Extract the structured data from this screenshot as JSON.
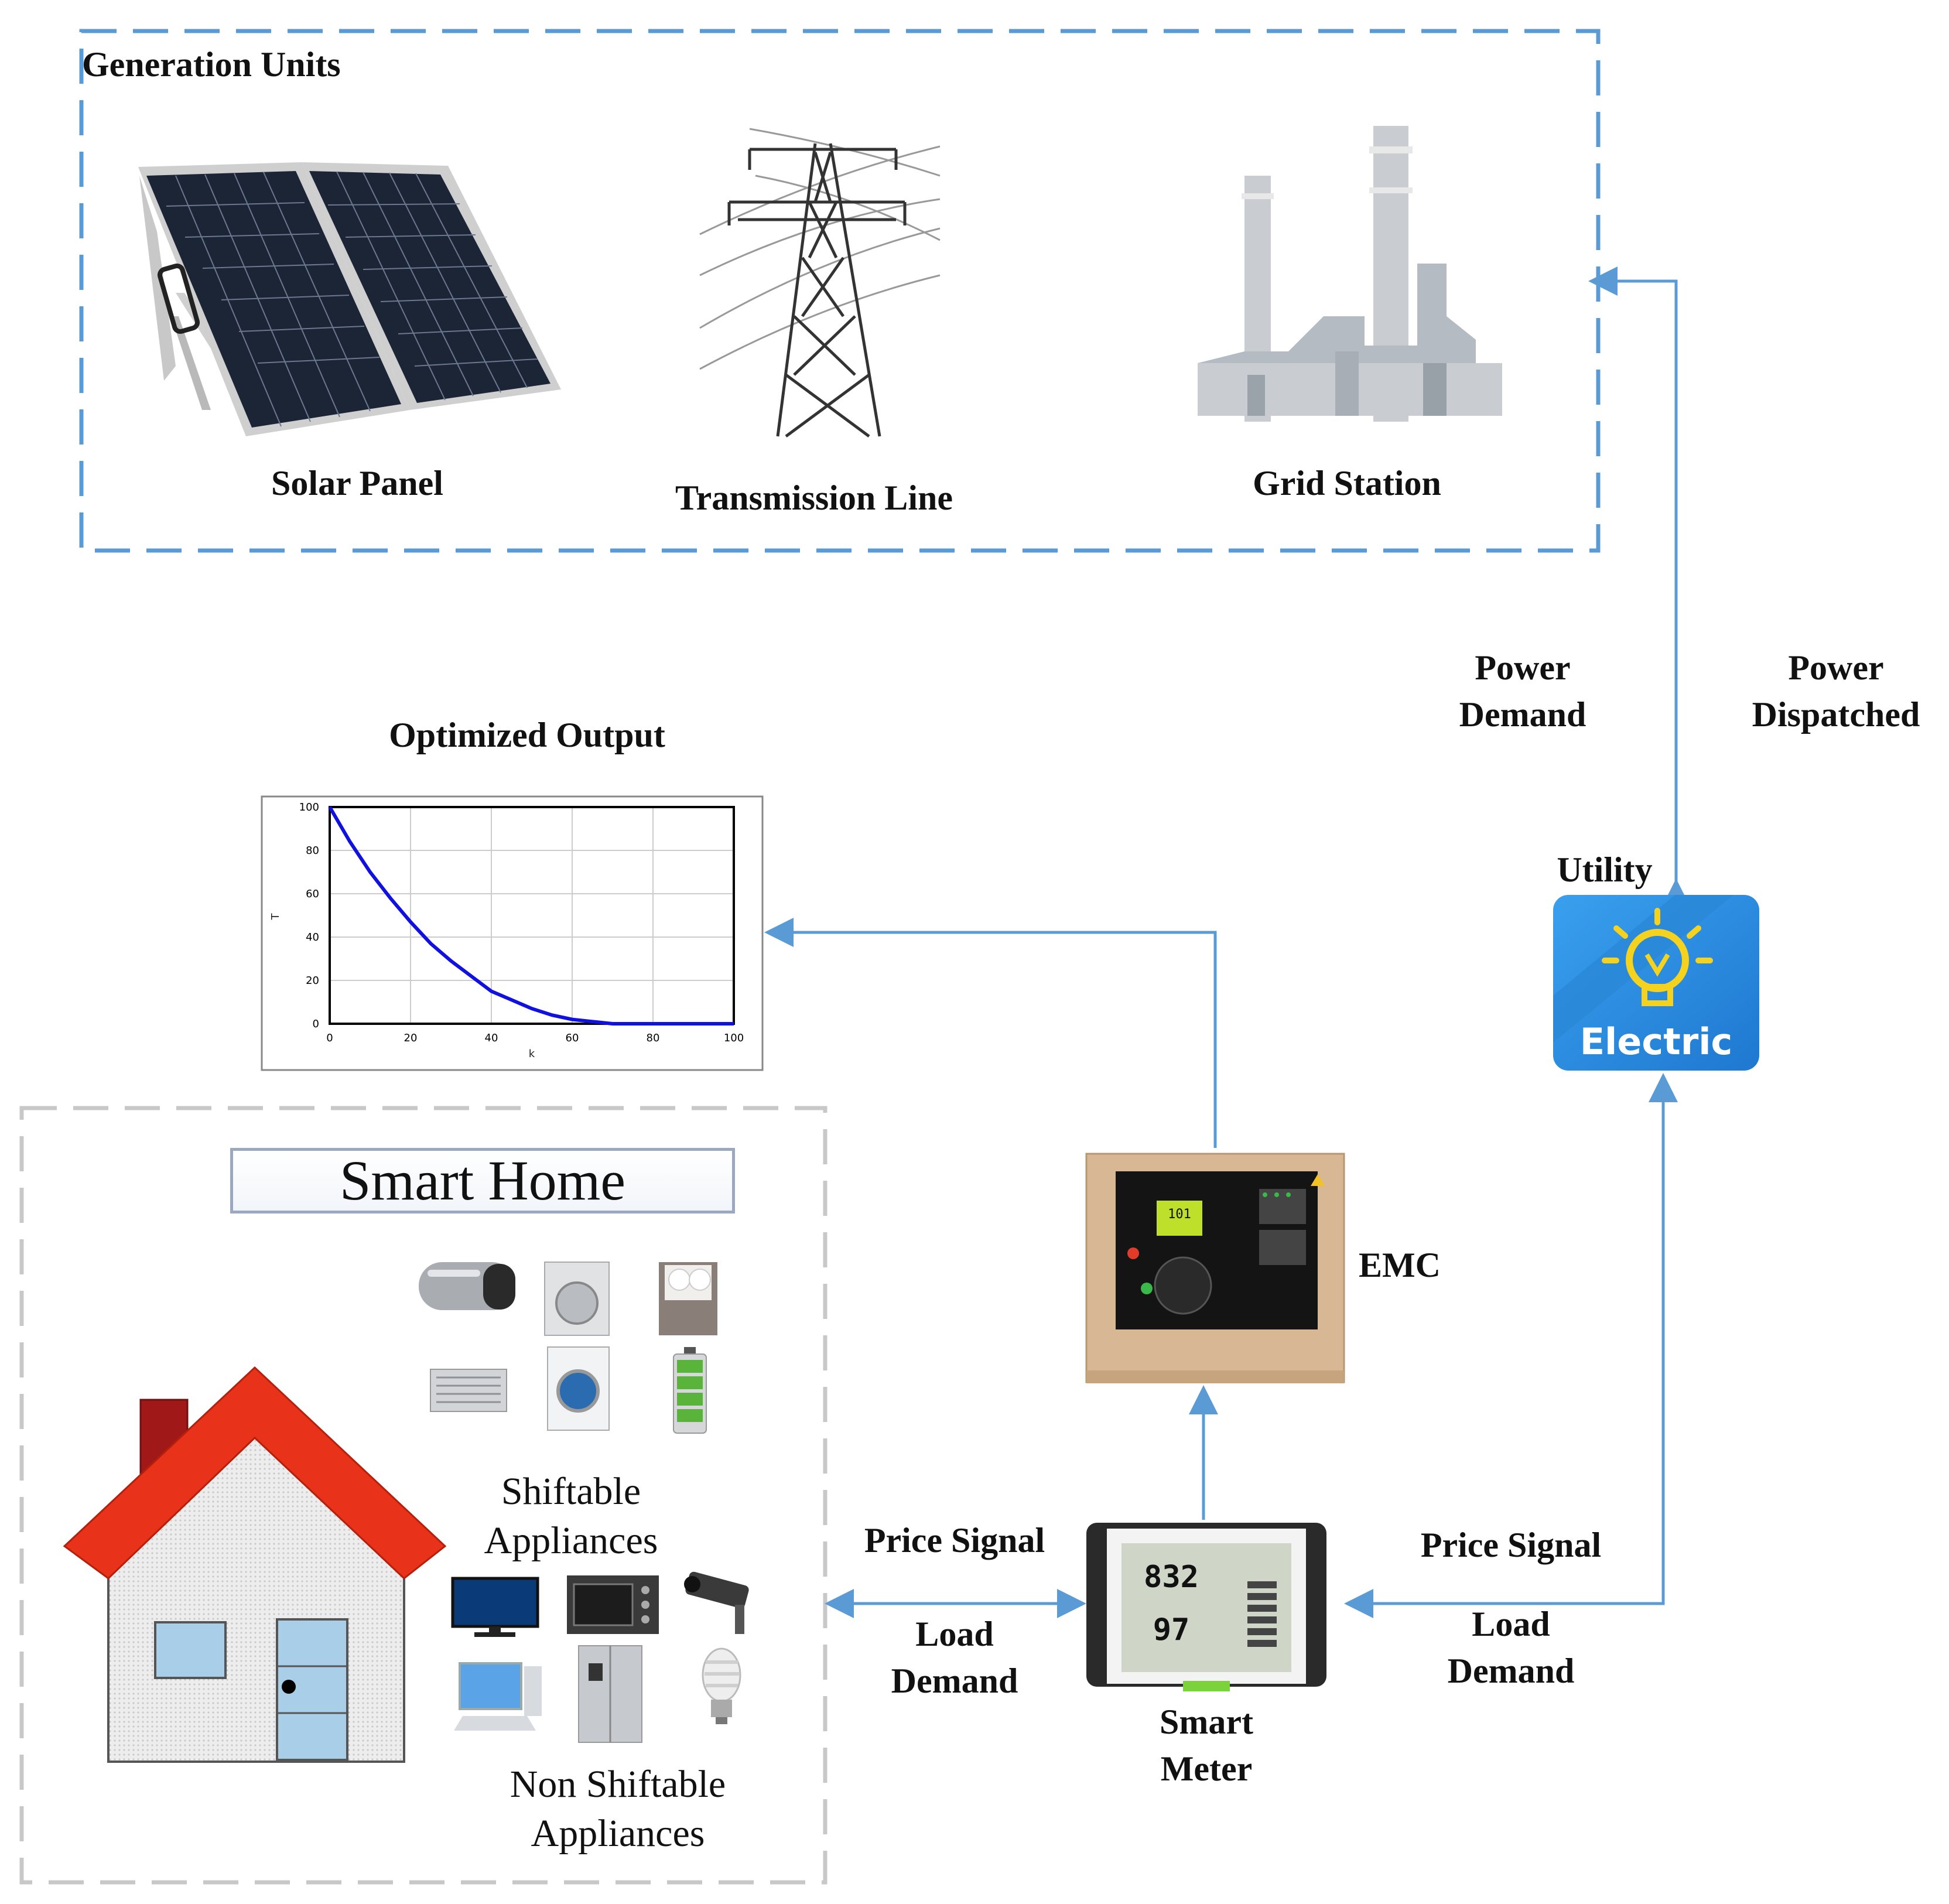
{
  "generation_units": {
    "title": "Generation Units",
    "items": [
      {
        "label": "Solar Panel",
        "icon": "solar-panel-icon"
      },
      {
        "label": "Transmission Line",
        "icon": "transmission-tower-icon"
      },
      {
        "label": "Grid Station",
        "icon": "power-plant-icon"
      }
    ]
  },
  "optimized_output": {
    "title": "Optimized Output",
    "chart_data": {
      "type": "line",
      "xlabel": "k",
      "ylabel": "T",
      "xlim": [
        0,
        100
      ],
      "ylim": [
        0,
        100
      ],
      "x_ticks": [
        "0",
        "20",
        "40",
        "60",
        "80",
        "100"
      ],
      "y_ticks": [
        "0",
        "20",
        "40",
        "60",
        "80",
        "100"
      ],
      "grid": true,
      "series": [
        {
          "color": "#1010e0",
          "x": [
            0,
            5,
            10,
            15,
            20,
            25,
            30,
            35,
            40,
            45,
            50,
            55,
            60,
            65,
            70,
            75,
            80,
            85,
            90,
            95,
            100
          ],
          "y": [
            100,
            84,
            70,
            58,
            47,
            37,
            29,
            22,
            15,
            11,
            7,
            4,
            2,
            1,
            0,
            0,
            0,
            0,
            0,
            0,
            0
          ]
        }
      ]
    }
  },
  "smart_home": {
    "title": "Smart Home",
    "shiftable": {
      "line1": "Shiftable",
      "line2": "Appliances"
    },
    "non_shiftable": {
      "line1": "Non Shiftable",
      "line2": "Appliances"
    },
    "shiftable_icons": [
      "water-heater-icon",
      "washing-machine-icon",
      "dishwasher-icon",
      "air-conditioner-icon",
      "dryer-icon",
      "battery-icon"
    ],
    "non_shiftable_icons": [
      "television-icon",
      "oven-icon",
      "cctv-camera-icon",
      "computer-icon",
      "refrigerator-icon",
      "light-bulb-icon"
    ]
  },
  "emc": {
    "label": "EMC",
    "display_value": "101"
  },
  "smart_meter": {
    "line1": "Smart",
    "line2": "Meter",
    "display_value": "832",
    "display_value2": "97"
  },
  "utility": {
    "label": "Utility",
    "app_label": "Electric"
  },
  "flows": {
    "power_demand": {
      "line1": "Power",
      "line2": "Demand"
    },
    "power_dispatched": {
      "line1": "Power",
      "line2": "Dispatched"
    },
    "price_signal_left": "Price Signal",
    "load_demand_left": {
      "line1": "Load",
      "line2": "Demand"
    },
    "price_signal_right": "Price Signal",
    "load_demand_right": {
      "line1": "Load",
      "line2": "Demand"
    }
  },
  "colors": {
    "arrow": "#5b9bd5",
    "box_dash_blue": "#5b9bd5",
    "box_dash_gray": "#c8c8c8",
    "roof": "#e8321a",
    "app_blue": "#2f8fe0"
  }
}
